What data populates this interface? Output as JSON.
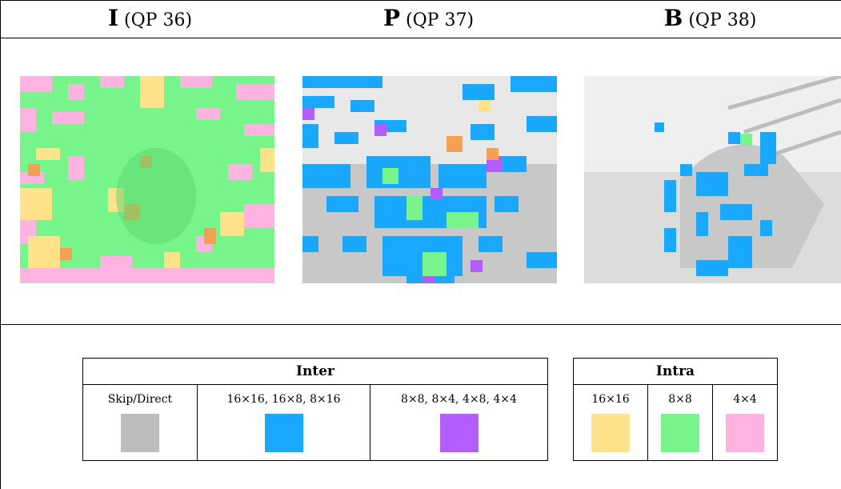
{
  "headers": [
    {
      "letter": "I",
      "qp": "(QP 36)"
    },
    {
      "letter": "P",
      "qp": "(QP 37)"
    },
    {
      "letter": "B",
      "qp": "(QP 38)"
    }
  ],
  "colors": {
    "skip": "#bdbdbd",
    "inter_large": "#1aa8ff",
    "inter_small": "#b35cff",
    "intra16": "#ffe28a",
    "intra8": "#77f58a",
    "intra4": "#ffb3e0"
  },
  "legend": {
    "inter": {
      "title": "Inter",
      "items": [
        {
          "label": "Skip/Direct",
          "color": "#bdbdbd"
        },
        {
          "label": "16×16, 16×8, 8×16",
          "color": "#1aa8ff"
        },
        {
          "label": "8×8, 8×4, 4×8, 4×4",
          "color": "#b35cff"
        }
      ]
    },
    "intra": {
      "title": "Intra",
      "items": [
        {
          "label": "16×16",
          "color": "#ffe28a"
        },
        {
          "label": "8×8",
          "color": "#77f58a"
        },
        {
          "label": "4×4",
          "color": "#ffb3e0"
        }
      ]
    }
  }
}
